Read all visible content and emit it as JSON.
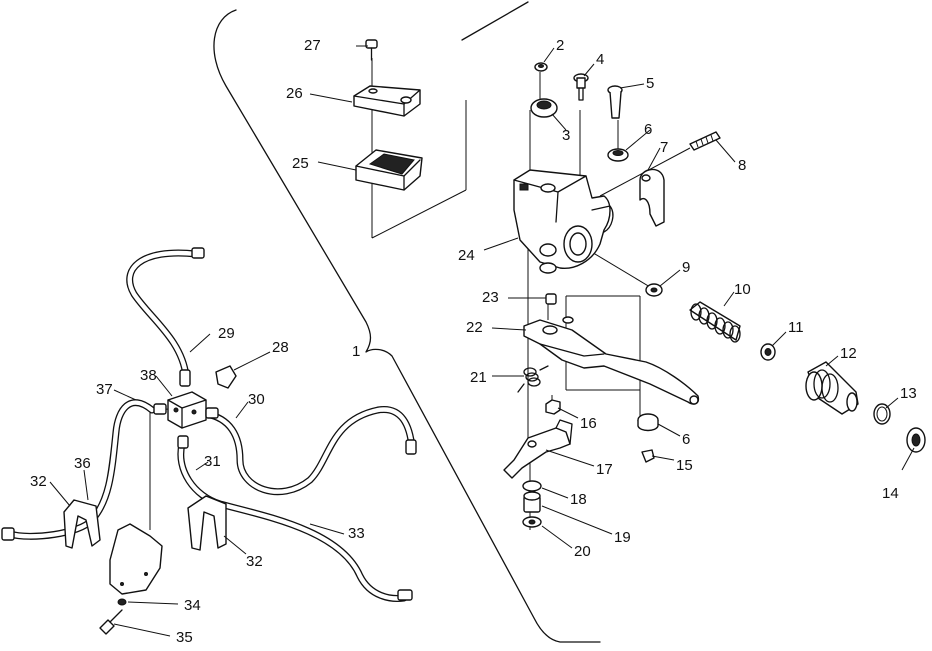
{
  "callouts": [
    {
      "id": "c1",
      "text": "1"
    },
    {
      "id": "c2",
      "text": "2"
    },
    {
      "id": "c3",
      "text": "3"
    },
    {
      "id": "c4",
      "text": "4"
    },
    {
      "id": "c5",
      "text": "5"
    },
    {
      "id": "c6a",
      "text": "6"
    },
    {
      "id": "c6b",
      "text": "6"
    },
    {
      "id": "c7",
      "text": "7"
    },
    {
      "id": "c8",
      "text": "8"
    },
    {
      "id": "c9",
      "text": "9"
    },
    {
      "id": "c10",
      "text": "10"
    },
    {
      "id": "c11",
      "text": "11"
    },
    {
      "id": "c12",
      "text": "12"
    },
    {
      "id": "c13",
      "text": "13"
    },
    {
      "id": "c14",
      "text": "14"
    },
    {
      "id": "c15",
      "text": "15"
    },
    {
      "id": "c16",
      "text": "16"
    },
    {
      "id": "c17",
      "text": "17"
    },
    {
      "id": "c18",
      "text": "18"
    },
    {
      "id": "c19",
      "text": "19"
    },
    {
      "id": "c20",
      "text": "20"
    },
    {
      "id": "c21",
      "text": "21"
    },
    {
      "id": "c22",
      "text": "22"
    },
    {
      "id": "c23",
      "text": "23"
    },
    {
      "id": "c24",
      "text": "24"
    },
    {
      "id": "c25",
      "text": "25"
    },
    {
      "id": "c26",
      "text": "26"
    },
    {
      "id": "c27",
      "text": "27"
    },
    {
      "id": "c28",
      "text": "28"
    },
    {
      "id": "c29",
      "text": "29"
    },
    {
      "id": "c30",
      "text": "30"
    },
    {
      "id": "c31",
      "text": "31"
    },
    {
      "id": "c32a",
      "text": "32"
    },
    {
      "id": "c32b",
      "text": "32"
    },
    {
      "id": "c33",
      "text": "33"
    },
    {
      "id": "c34",
      "text": "34"
    },
    {
      "id": "c35",
      "text": "35"
    },
    {
      "id": "c36",
      "text": "36"
    },
    {
      "id": "c37",
      "text": "37"
    },
    {
      "id": "c38",
      "text": "38"
    }
  ]
}
